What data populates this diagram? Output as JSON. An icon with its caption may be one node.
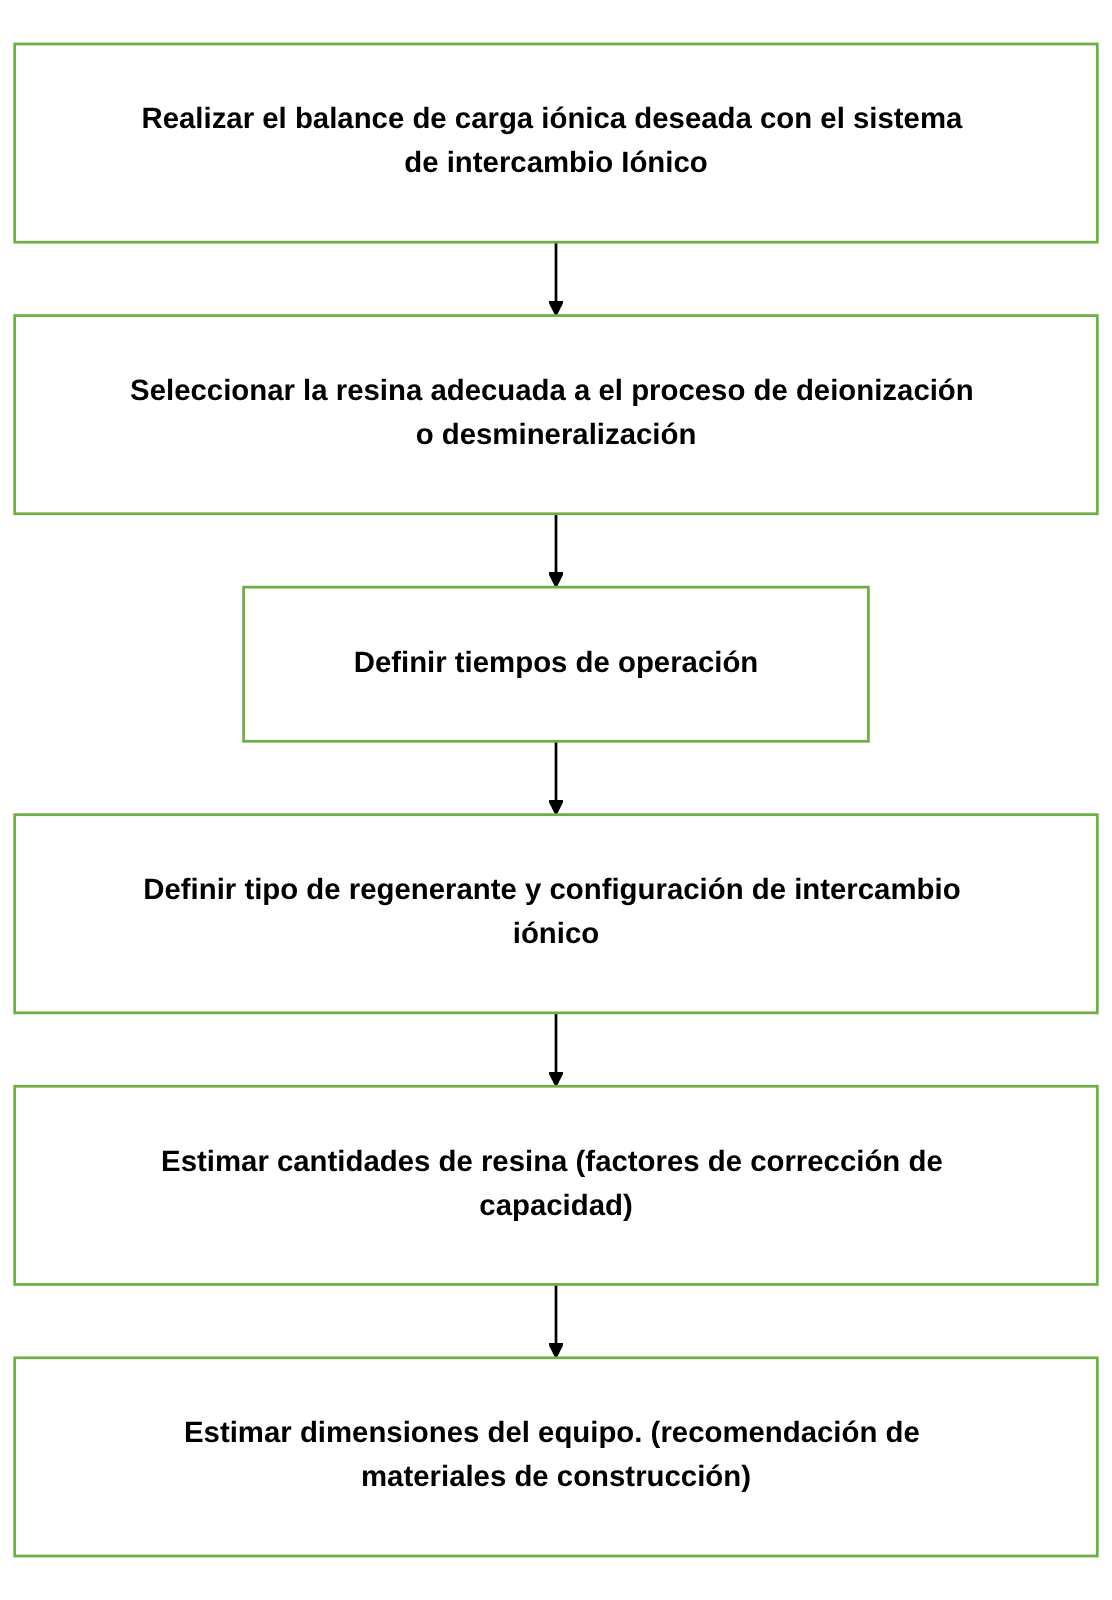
{
  "diagram": {
    "nodes": [
      {
        "text": [
          "Realizar el balance de carga iónica deseada con el sistema de intercambio Iónico"
        ]
      },
      {
        "text": [
          "Seleccionar la resina adecuada a el proceso de deionización o desmineralización"
        ]
      },
      {
        "text": [
          "Definir tiempos de operación"
        ]
      },
      {
        "text": [
          "Definir tipo de regenerante y configuración de intercambio iónico"
        ]
      },
      {
        "text": [
          "Estimar cantidades de resina (factores de corrección de capacidad)"
        ]
      },
      {
        "text": [
          "Estimar dimensiones del equipo. (recomendación de materiales de construcción)"
        ]
      }
    ],
    "edges": [
      {
        "from": 0,
        "to": 1,
        "arrow": "to"
      },
      {
        "from": 1,
        "to": 2,
        "arrow": "to"
      },
      {
        "from": 2,
        "to": 3,
        "arrow": "to"
      },
      {
        "from": 3,
        "to": 4,
        "arrow": "to"
      },
      {
        "from": 4,
        "to": 5,
        "arrow": "to"
      }
    ]
  }
}
